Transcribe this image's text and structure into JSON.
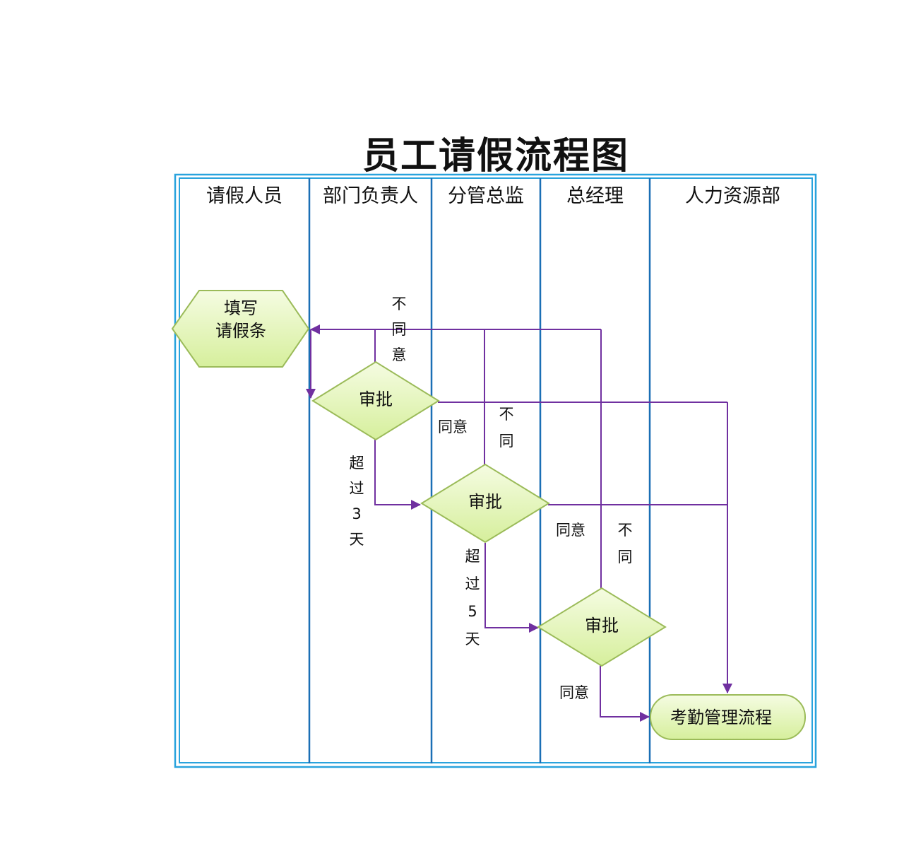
{
  "title": "员工请假流程图",
  "lanes": [
    {
      "label": "请假人员"
    },
    {
      "label": "部门负责人"
    },
    {
      "label": "分管总监"
    },
    {
      "label": "总经理"
    },
    {
      "label": "人力资源部"
    }
  ],
  "nodes": {
    "start": {
      "line1": "填写",
      "line2": "请假条"
    },
    "dept_review": {
      "label": "审批"
    },
    "director_review": {
      "label": "审批"
    },
    "gm_review": {
      "label": "审批"
    },
    "end": {
      "label": "考勤管理流程"
    }
  },
  "edges": {
    "dept_reject": {
      "chars": [
        "不",
        "同",
        "意"
      ]
    },
    "dept_agree": {
      "label": "同意"
    },
    "dept_over3": {
      "chars": [
        "超",
        "过",
        "3",
        "天"
      ]
    },
    "director_reject": {
      "chars": [
        "不",
        "同"
      ]
    },
    "director_agree": {
      "label": "同意"
    },
    "director_over5": {
      "chars": [
        "超",
        "过",
        "5",
        "天"
      ]
    },
    "gm_reject": {
      "chars": [
        "不",
        "同"
      ]
    },
    "gm_agree": {
      "label": "同意"
    }
  },
  "colors": {
    "lane_border": "#1a6fb5",
    "outer_border": "#29a3dd",
    "connector": "#7030a0",
    "shape_fill_top": "#f3fbdc",
    "shape_fill_bottom": "#d8f0a0",
    "shape_stroke": "#9bbb59"
  }
}
